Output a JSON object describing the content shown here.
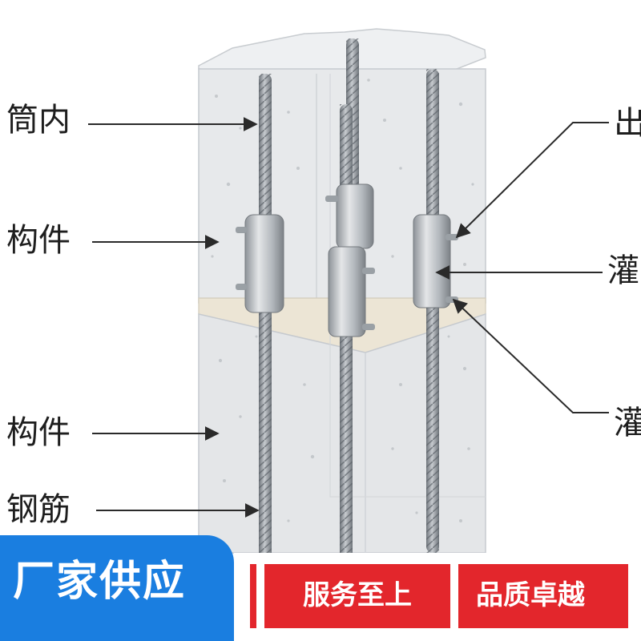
{
  "labels": {
    "sleeve_inside": "筒内",
    "upper_member": "构件",
    "outlet_partial": "出",
    "grout_inlet_partial": "灌",
    "lower_member": "构件",
    "grout_outlet_partial": "灌",
    "rebar": "钢筋"
  },
  "banner": {
    "left_text": "厂家供应",
    "right_box_1": "服务至上",
    "right_box_2": "品质卓越"
  },
  "colors": {
    "banner_blue": "#1a7ee0",
    "banner_red": "#e3262c",
    "concrete": "#e6e8ea",
    "rebar": "#8e949a",
    "sleeve": "#b7bcc1"
  }
}
